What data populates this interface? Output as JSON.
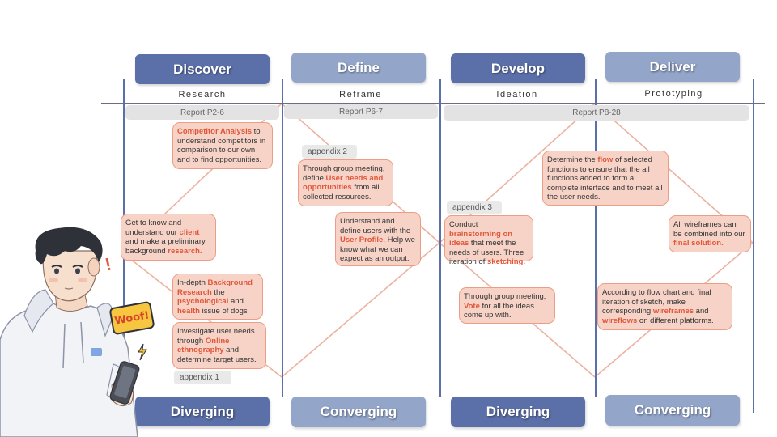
{
  "phases": [
    {
      "title": "Discover",
      "method": "Research",
      "report": "Report P2-6",
      "mode": "Diverging"
    },
    {
      "title": "Define",
      "method": "Reframe",
      "report": "Report P6-7",
      "mode": "Converging"
    },
    {
      "title": "Develop",
      "method": "Ideation",
      "report": "Report P8-28",
      "mode": "Diverging"
    },
    {
      "title": "Deliver",
      "method": "Prototyping",
      "mode": "Converging"
    }
  ],
  "appendices": [
    "appendix 2",
    "appendix 3",
    "appendix 1"
  ],
  "notes": {
    "competitor": {
      "h": "Competitor Analysis",
      "t": " to understand competitors in comparison to our own and to find opportunities."
    },
    "client": {
      "a": "Get to know and understand our ",
      "h1": "client",
      "b": " and make a preliminary background ",
      "h2": "research."
    },
    "background": {
      "a": "In-depth ",
      "h1": "Background Research",
      "b": " the ",
      "h2": "psychological",
      "c": " and ",
      "h3": "health",
      "d": " issue of dogs"
    },
    "ethnography": {
      "a": "Investigate user needs through ",
      "h": "Online ethnography",
      "b": " and determine target users."
    },
    "userneeds": {
      "a": "Through group meeting, define ",
      "h": "User needs and opportunities",
      "b": " from all collected resources."
    },
    "profile": {
      "a": "Understand and define users with the ",
      "h": "User Profile",
      "b": ". Help we know what we can expect as an output."
    },
    "brainstorm": {
      "a": "Conduct ",
      "h1": "brainstorming on ideas",
      "b": " that meet the needs of users. Three iteration of ",
      "h2": "sketching."
    },
    "vote": {
      "a": "Through group meeting, ",
      "h": "Vote",
      "b": " for all the ideas come up with."
    },
    "flow": {
      "a": "Determine the ",
      "h": "flow",
      "b": " of selected functions to ensure that the all functions added to form a complete interface and to meet all the user needs."
    },
    "final": {
      "a": "All wireframes can be combined into our ",
      "h": "final solution."
    },
    "wireframes": {
      "a": "According to flow chart and final iteration of sketch, make corresponding ",
      "h1": "wireframes",
      "b": " and ",
      "h2": "wireflows",
      "c": " on different platforms."
    }
  },
  "illustration": {
    "bubble": "Woof!",
    "exclaim": "!"
  },
  "colors": {
    "dark_button": "#5b6fa8",
    "light_button": "#93a5c9",
    "note_fill": "#f6d3c6",
    "note_border": "#ec9d85",
    "highlight": "#e0573a",
    "diamond": "#e9a590"
  },
  "icons": [
    "person-illustration-icon",
    "phone-icon",
    "lightning-icon"
  ]
}
